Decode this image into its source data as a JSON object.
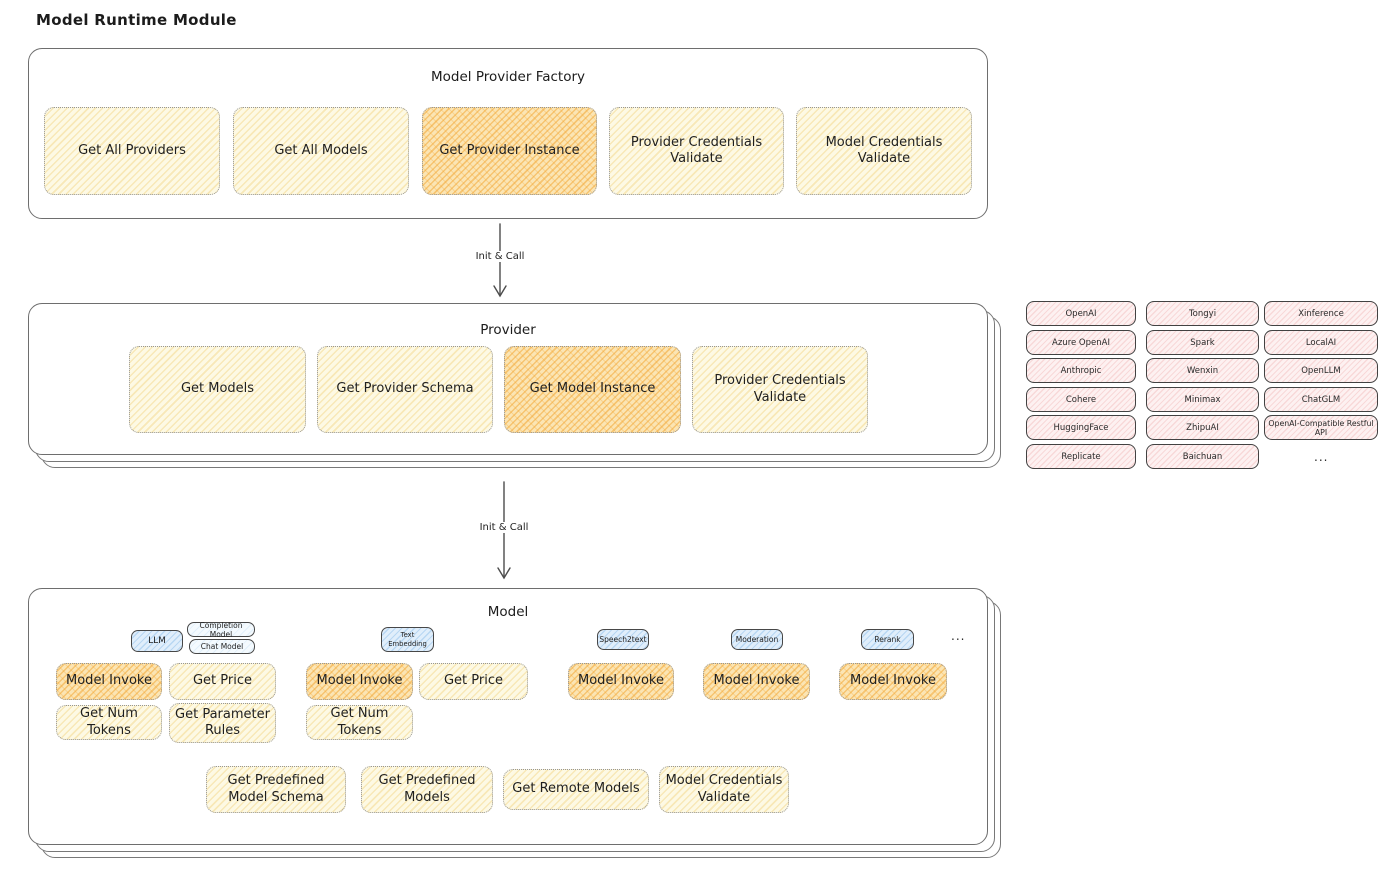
{
  "page": {
    "title": "Model Runtime Module"
  },
  "factory": {
    "title": "Model Provider Factory",
    "buttons": [
      "Get All Providers",
      "Get All Models",
      "Get Provider Instance",
      "Provider Credentials Validate",
      "Model Credentials Validate"
    ]
  },
  "arrows": {
    "first": "Init & Call",
    "second": "Init & Call"
  },
  "provider": {
    "title": "Provider",
    "buttons": [
      "Get Models",
      "Get Provider Schema",
      "Get Model Instance",
      "Provider Credentials Validate"
    ]
  },
  "providers_grid": {
    "col1": [
      "OpenAI",
      "Azure OpenAI",
      "Anthropic",
      "Cohere",
      "HuggingFace",
      "Replicate"
    ],
    "col2": [
      "Tongyi",
      "Spark",
      "Wenxin",
      "Minimax",
      "ZhipuAI",
      "Baichuan"
    ],
    "col3": [
      "Xinference",
      "LocalAI",
      "OpenLLM",
      "ChatGLM",
      "OpenAI-Compatible Restful API"
    ],
    "more": "..."
  },
  "model": {
    "title": "Model",
    "groups": [
      {
        "tag": "LLM",
        "subtags": [
          "Completion Model",
          "Chat Model"
        ],
        "buttons": [
          "Model Invoke",
          "Get Price",
          "Get Num Tokens",
          "Get Parameter Rules"
        ]
      },
      {
        "tag": "Text Embedding",
        "buttons": [
          "Model Invoke",
          "Get Price",
          "Get Num Tokens"
        ]
      },
      {
        "tag": "Speech2text",
        "buttons": [
          "Model Invoke"
        ]
      },
      {
        "tag": "Moderation",
        "buttons": [
          "Model Invoke"
        ]
      },
      {
        "tag": "Rerank",
        "buttons": [
          "Model Invoke"
        ]
      }
    ],
    "more": "...",
    "bottom_buttons": [
      "Get Predefined Model Schema",
      "Get Predefined Models",
      "Get Remote Models",
      "Model Credentials Validate"
    ]
  },
  "colors": {
    "highlight_orange": "#f2a32c",
    "soft_yellow": "#fdf9e4",
    "tag_blue": "#e0eefb",
    "provider_pink": "#fdf1f1",
    "border_gray": "#6e6e6e"
  }
}
